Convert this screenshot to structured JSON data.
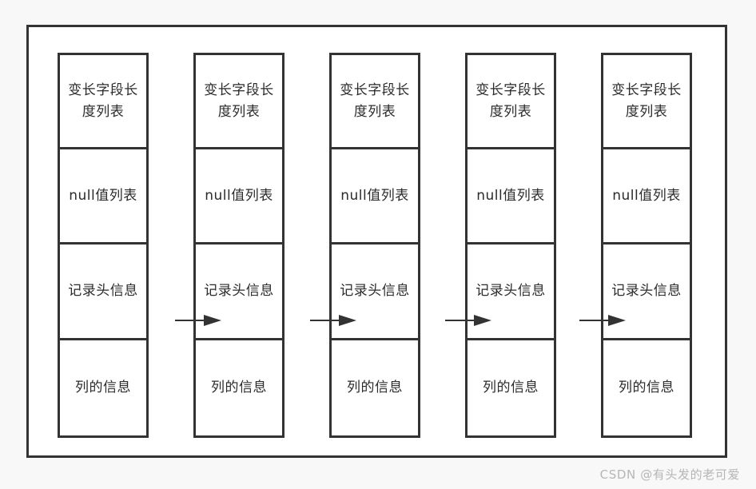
{
  "diagram": {
    "type": "record-structure-flow",
    "colors": {
      "border": "#333333",
      "cell_background": "#ffffff",
      "page_background": "#f8f8f8",
      "text": "#2b2b2b",
      "watermark_text": "#b6b6b6"
    },
    "cell_labels": [
      "变长字段长度列表",
      "null值列表",
      "记录头信息",
      "列的信息"
    ],
    "columns": [
      {
        "id": "record-1",
        "cells": [
          "变长字段长度列表",
          "null值列表",
          "记录头信息",
          "列的信息"
        ]
      },
      {
        "id": "record-2",
        "cells": [
          "变长字段长度列表",
          "null值列表",
          "记录头信息",
          "列的信息"
        ]
      },
      {
        "id": "record-3",
        "cells": [
          "变长字段长度列表",
          "null值列表",
          "记录头信息",
          "列的信息"
        ]
      },
      {
        "id": "record-4",
        "cells": [
          "变长字段长度列表",
          "null值列表",
          "记录头信息",
          "列的信息"
        ]
      },
      {
        "id": "record-5",
        "cells": [
          "变长字段长度列表",
          "null值列表",
          "记录头信息",
          "列的信息"
        ]
      }
    ],
    "arrows": [
      {
        "id": "arrow-1",
        "from": "record-1",
        "to": "record-2",
        "direction": "right"
      },
      {
        "id": "arrow-2",
        "from": "record-2",
        "to": "record-3",
        "direction": "right"
      },
      {
        "id": "arrow-3",
        "from": "record-3",
        "to": "record-4",
        "direction": "right"
      },
      {
        "id": "arrow-4",
        "from": "record-4",
        "to": "record-5",
        "direction": "right"
      }
    ]
  },
  "watermark": {
    "text": "CSDN @有头发的老可爱"
  }
}
